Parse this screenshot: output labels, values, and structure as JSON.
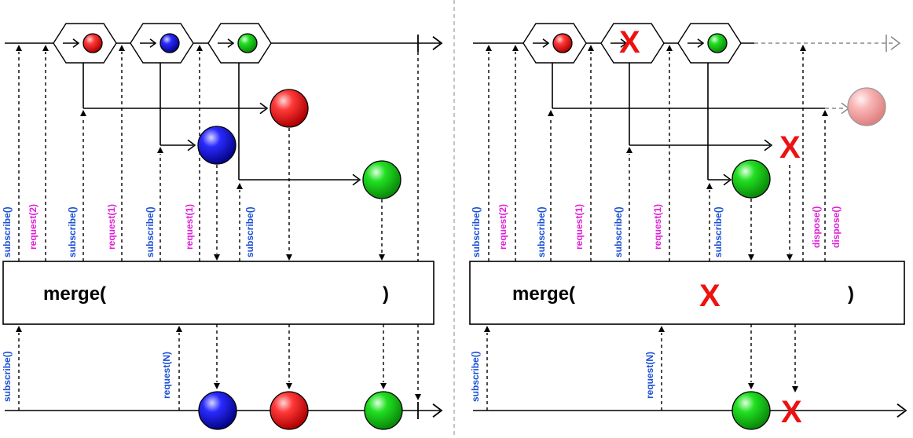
{
  "colors": {
    "subscribe": "#1a4fd6",
    "request": "#e020d8",
    "dispose": "#e020d8",
    "red": "#e8141b",
    "blue": "#1515c8",
    "green": "#16c51a",
    "faded": "#f3a0a0",
    "error": "#ee1111",
    "cancel_arrow": "#e01010"
  },
  "merge": {
    "label": "merge(",
    "close": ")"
  },
  "error_symbol": "X",
  "left_panel": {
    "top_labels": [
      "subscribe()",
      "request(2)",
      "subscribe()",
      "request(1)",
      "subscribe()",
      "request(1)",
      "subscribe()"
    ],
    "bottom_labels": [
      "subscribe()",
      "request(N)"
    ]
  },
  "right_panel": {
    "top_labels": [
      "subscribe()",
      "request(2)",
      "subscribe()",
      "request(1)",
      "subscribe()",
      "request(1)",
      "subscribe()",
      "dispose()",
      "dispose()"
    ],
    "bottom_labels": [
      "subscribe()",
      "request(N)"
    ]
  }
}
